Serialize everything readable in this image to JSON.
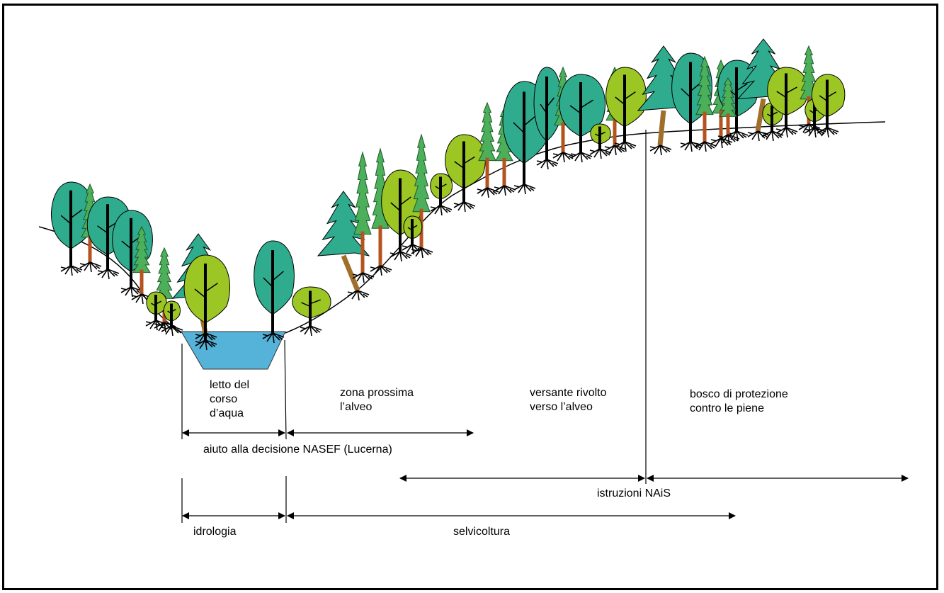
{
  "diagram": {
    "title": "",
    "colors": {
      "water": "#55b3d9",
      "ground_line": "#000000",
      "conifer_dark": "#2fab8e",
      "conifer_light": "#4caf5a",
      "deciduous_dark": "#2fab8e",
      "deciduous_light": "#9cc624",
      "trunk_brown": "#b5531f",
      "trunk_bent": "#a0702a",
      "trunk_black": "#000000"
    },
    "zones": [
      {
        "id": "riverbed",
        "label": "letto del\ncorso\nd’aqua"
      },
      {
        "id": "near-channel",
        "label": "zona prossima\nl’alveo"
      },
      {
        "id": "slope",
        "label": "versante rivolto\nverso l’alveo"
      },
      {
        "id": "protection-forest",
        "label": "bosco di protezione\ncontro le piene"
      }
    ],
    "scopes": [
      {
        "id": "nasef",
        "label": "aiuto alla decisione NASEF (Lucerna)"
      },
      {
        "id": "nais",
        "label": "istruzioni NAiS"
      },
      {
        "id": "hydrology",
        "label": "idrologia"
      },
      {
        "id": "silviculture",
        "label": "selvicoltura"
      }
    ],
    "elements": {
      "river": "water channel",
      "ground": "valley cross-section slope",
      "vegetation": "riparian and slope forest trees"
    }
  }
}
